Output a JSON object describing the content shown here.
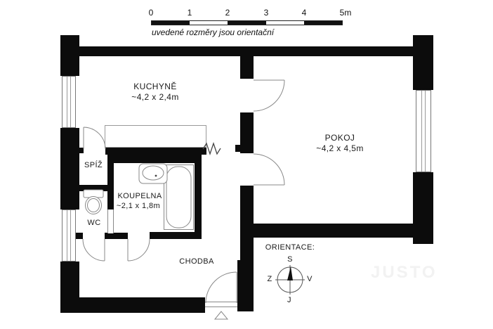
{
  "scale_bar": {
    "ticks": [
      "0",
      "1",
      "2",
      "3",
      "4",
      "5m"
    ],
    "note": "uvedené rozměry jsou orientační"
  },
  "rooms": {
    "kuchyne": {
      "name": "KUCHYNĚ",
      "dims": "~4,2 x 2,4m"
    },
    "pokoj": {
      "name": "POKOJ",
      "dims": "~4,2 x 4,5m"
    },
    "koupelna": {
      "name": "KOUPELNA",
      "dims": "~2,1 x 1,8m"
    },
    "spiz": {
      "name": "SPÍŽ"
    },
    "wc": {
      "name": "WC"
    },
    "chodba": {
      "name": "CHODBA"
    }
  },
  "compass": {
    "label": "ORIENTACE:",
    "north": "S",
    "south": "J",
    "west": "Z",
    "east": "V"
  },
  "watermark": "JUSTO",
  "colors": {
    "wall": "#0c0c0c",
    "background": "#ffffff",
    "line": "#888888"
  }
}
